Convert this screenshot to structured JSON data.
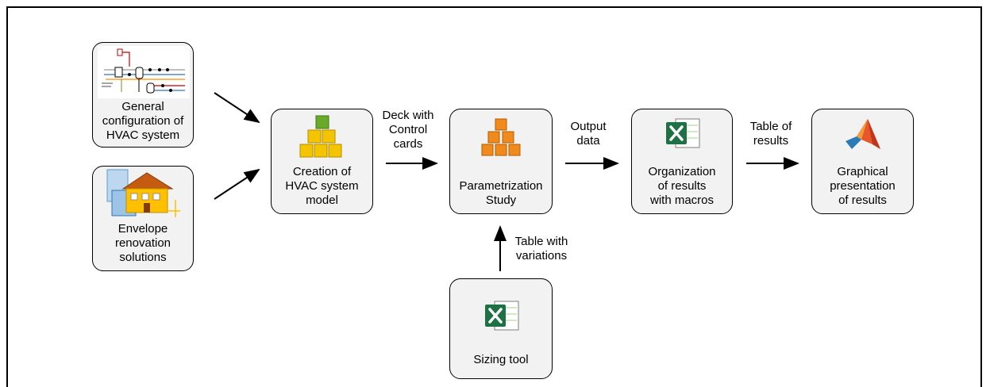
{
  "nodes": {
    "hvac_config": "General\nconfiguration of\nHVAC system",
    "envelope": "Envelope\nrenovation\nsolutions",
    "creation": "Creation of\nHVAC system\nmodel",
    "parametrization": "Parametrization\nStudy",
    "organization": "Organization\nof results\nwith macros",
    "graphical": "Graphical\npresentation\nof results",
    "sizing": "Sizing tool"
  },
  "edges": {
    "deck": "Deck with\nControl\ncards",
    "output": "Output\ndata",
    "table_results": "Table of\nresults",
    "table_variations": "Table with\nvariations"
  },
  "icons": {
    "hvac_config": "hvac-schematic-icon",
    "envelope": "house-envelope-icon",
    "creation": "green-yellow-cubes-icon",
    "parametrization": "orange-cubes-icon",
    "organization": "excel-icon",
    "graphical": "matlab-icon",
    "sizing": "excel-icon"
  },
  "colors": {
    "box_fill": "#f2f2f2",
    "excel_green": "#1e7145",
    "cube_yellow": "#f5c400",
    "cube_green": "#6aaa2a",
    "cube_orange": "#f08a1c"
  }
}
